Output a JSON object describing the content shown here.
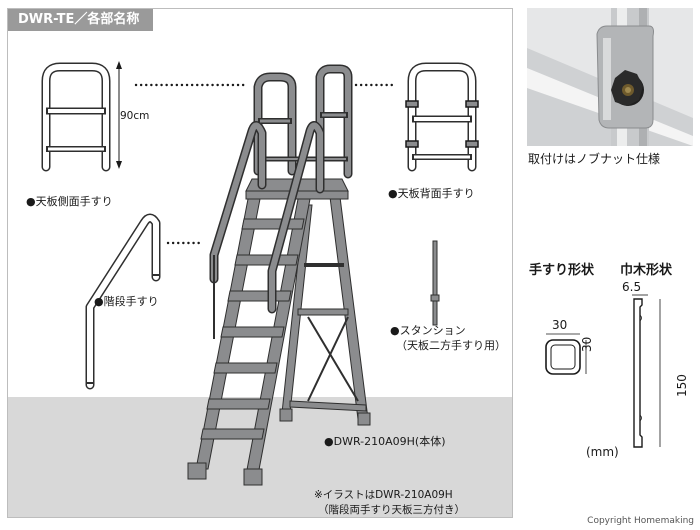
{
  "panel": {
    "title": "DWR-TE／各部名称"
  },
  "labels": {
    "height_dim": "90cm",
    "side_handrail": "●天板側面手すり",
    "back_handrail": "●天板背面手すり",
    "step_handrail": "●階段手すり",
    "stanchion_line1": "●スタンション",
    "stanchion_line2": "（天板二方手すり用）",
    "body": "●DWR-210A09H(本体)",
    "note_line1": "※イラストはDWR-210A09H",
    "note_line2": "（階段両手すり天板三方付き）"
  },
  "right": {
    "photo_caption": "取付けはノブナット仕様",
    "handrail_shape_title": "手すり形状",
    "skirting_shape_title": "巾木形状",
    "handrail_width": "30",
    "handrail_height": "30",
    "skirting_thickness": "6.5",
    "skirting_height": "150",
    "unit": "(mm)"
  },
  "footer": {
    "copyright": "Copyright  Homemaking"
  },
  "colors": {
    "frame_fill": "#8b8c8e",
    "frame_stroke": "#2f2f2f",
    "floor": "#d8d8d8",
    "title_tab": "#9a9a9a"
  }
}
